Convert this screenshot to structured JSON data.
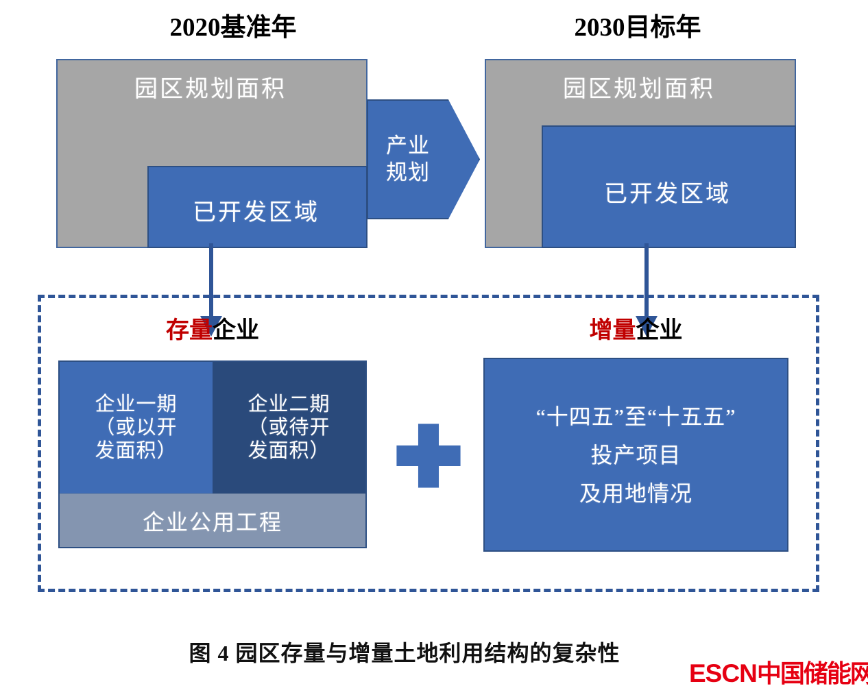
{
  "figure": {
    "caption": "图 4   园区存量与增量土地利用结构的复杂性",
    "watermark_latin": "ESCN",
    "watermark_cn": "中国储能网",
    "watermark_color": "#e60012"
  },
  "palette": {
    "gray": "#a6a6a6",
    "blue": "#3f6cb5",
    "dark_blue": "#2a4a7b",
    "slate_blue": "#8495b0",
    "border_blue": "#2d4f83",
    "dashed_blue": "#2f5597",
    "accent_red": "#c00000"
  },
  "top": {
    "left": {
      "title": "2020基准年",
      "planned_area_label": "园区规划面积",
      "developed_area_label": "已开发区域"
    },
    "right": {
      "title": "2030目标年",
      "planned_area_label": "园区规划面积",
      "developed_area_label": "已开发区域"
    },
    "chevron": {
      "line1": "产业",
      "line2": "规划"
    }
  },
  "bottom": {
    "stock": {
      "title_highlight": "存量",
      "title_rest": "企业",
      "phase1": {
        "line1": "企业一期",
        "line2": "（或以开",
        "line3": "发面积）"
      },
      "phase2": {
        "line1": "企业二期",
        "line2": "（或待开",
        "line3": "发面积）"
      },
      "utility_label": "企业公用工程"
    },
    "operator": "plus-sign",
    "increment": {
      "title_highlight": "增量",
      "title_rest": "企业",
      "line1": "“十四五”至“十五五”",
      "line2": "投产项目",
      "line3": "及用地情况"
    }
  }
}
